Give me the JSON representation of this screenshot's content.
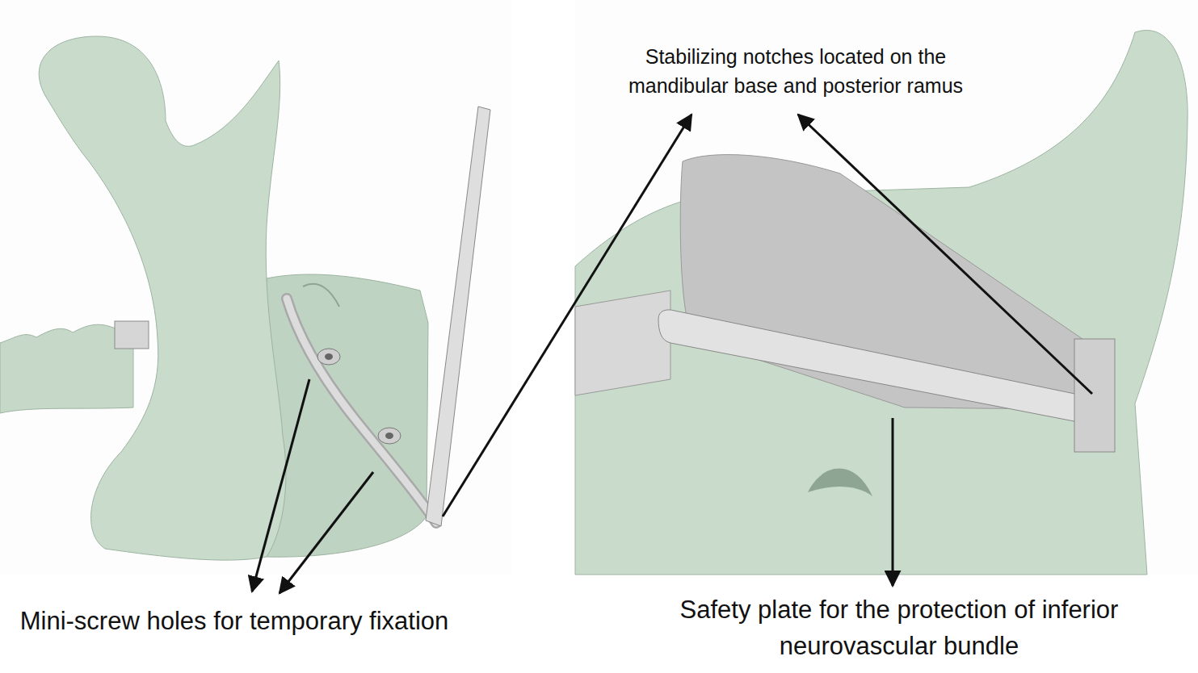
{
  "diagram": {
    "labels": [
      "Stabilizing notches located on the mandibular base and posterior ramus",
      "Mini-screw holes for temporary fixation",
      "Safety plate for the protection of inferior neurovascular bundle"
    ]
  }
}
